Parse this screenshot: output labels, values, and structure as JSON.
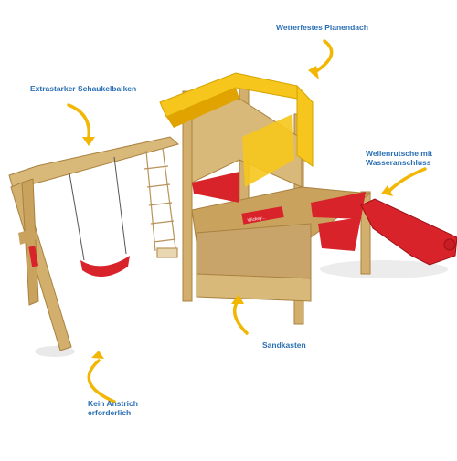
{
  "image": {
    "subject": "wooden playground set with swings, slide and sandbox",
    "colors": {
      "wood_light": "#d8b97a",
      "wood_dark": "#a9813f",
      "yellow": "#f6c61c",
      "red": "#d8232a",
      "arrow": "#f2b705",
      "text": "#2a6fb3",
      "sand": "#c9a46a"
    }
  },
  "callouts": {
    "roof": "Wetterfestes Planendach",
    "beam": "Extrastarker Schaukelbalken",
    "slide_line1": "Wellenrutsche mit",
    "slide_line2": "Wasseranschluss",
    "sandbox": "Sandkasten",
    "paint_line1": "Kein Anstrich",
    "paint_line2": "erforderlich"
  },
  "sign_text": "Wickey..."
}
